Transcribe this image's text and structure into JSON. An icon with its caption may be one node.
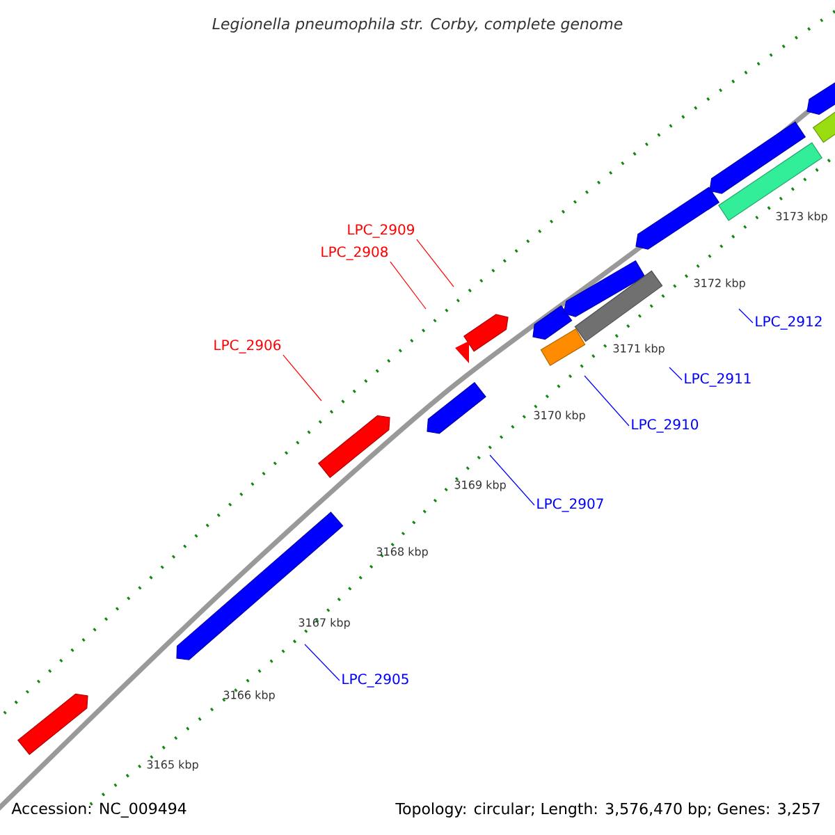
{
  "diagram": {
    "title": "Legionella pneumophila str. Corby, complete genome",
    "nodes": [
      {
        "text": [
          "LPC_2909"
        ]
      },
      {
        "text": [
          "LPC_2908"
        ]
      },
      {
        "text": [
          "LPC_2912"
        ]
      },
      {
        "text": [
          "LPC_2906"
        ]
      },
      {
        "text": [
          "LPC_2911"
        ]
      },
      {
        "text": [
          "LPC_2910"
        ]
      },
      {
        "text": [
          "LPC_2907"
        ]
      },
      {
        "text": [
          "LPC_2905"
        ]
      }
    ],
    "edges": [
      {
        "from": 0,
        "to": null,
        "arrow": "none",
        "color": "#ff0000"
      },
      {
        "from": 1,
        "to": null,
        "arrow": "none",
        "color": "#ff0000"
      },
      {
        "from": 2,
        "to": null,
        "arrow": "none",
        "color": "#0000ff"
      },
      {
        "from": 3,
        "to": null,
        "arrow": "none",
        "color": "#ff0000"
      },
      {
        "from": 4,
        "to": null,
        "arrow": "none",
        "color": "#0000ff"
      },
      {
        "from": 5,
        "to": null,
        "arrow": "none",
        "color": "#0000ff"
      },
      {
        "from": 6,
        "to": null,
        "arrow": "none",
        "color": "#0000ff"
      },
      {
        "from": 7,
        "to": null,
        "arrow": "none",
        "color": "#0000ff"
      }
    ],
    "labels": [
      "3173 kbp",
      "3172 kbp",
      "3171 kbp",
      "3170 kbp",
      "3169 kbp",
      "3168 kbp",
      "3167 kbp",
      "3166 kbp",
      "3165 kbp",
      "Accession: NC_009494",
      "Topology: circular; Length: 3,576,470 bp; Genes: 3,257"
    ]
  }
}
